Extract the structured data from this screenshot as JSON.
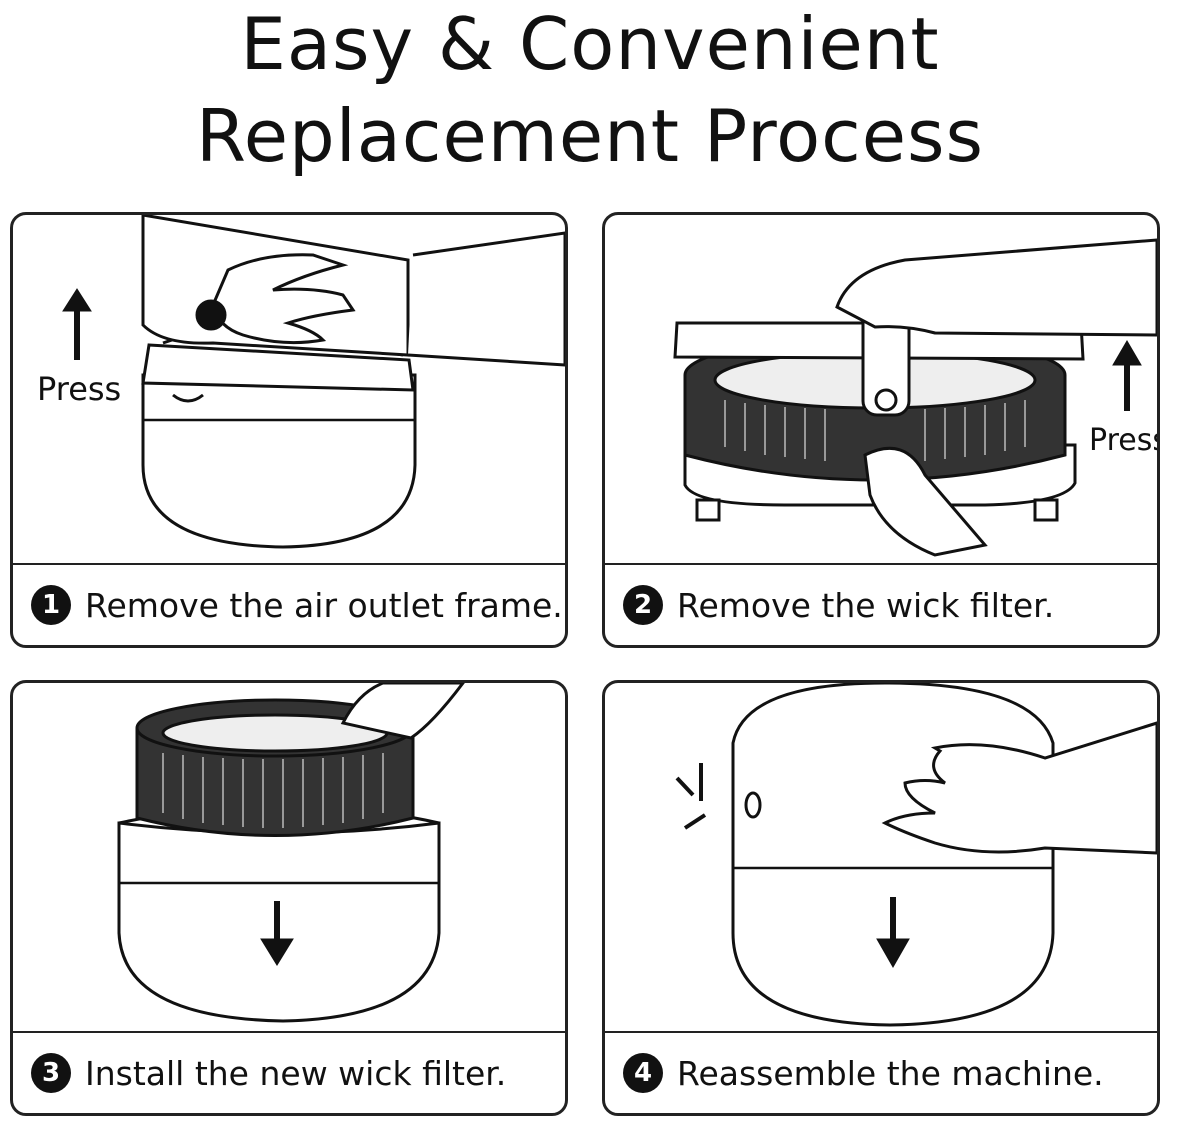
{
  "title": {
    "line1": "Easy & Convenient",
    "line2": "Replacement Process"
  },
  "steps": [
    {
      "number": "1",
      "caption": "Remove the air outlet frame.",
      "label": "Press",
      "arrow": "up"
    },
    {
      "number": "2",
      "caption": "Remove the wick filter.",
      "label": "Press",
      "arrow": "up"
    },
    {
      "number": "3",
      "caption": "Install the new wick filter.",
      "arrow": "down"
    },
    {
      "number": "4",
      "caption": "Reassemble the machine.",
      "arrow": "down"
    }
  ],
  "colors": {
    "ink": "#111111",
    "background": "#ffffff"
  },
  "icons": [
    "hand-icon",
    "humidifier-icon",
    "wick-filter-icon",
    "arrow-up-icon",
    "arrow-down-icon",
    "click-burst-icon"
  ]
}
